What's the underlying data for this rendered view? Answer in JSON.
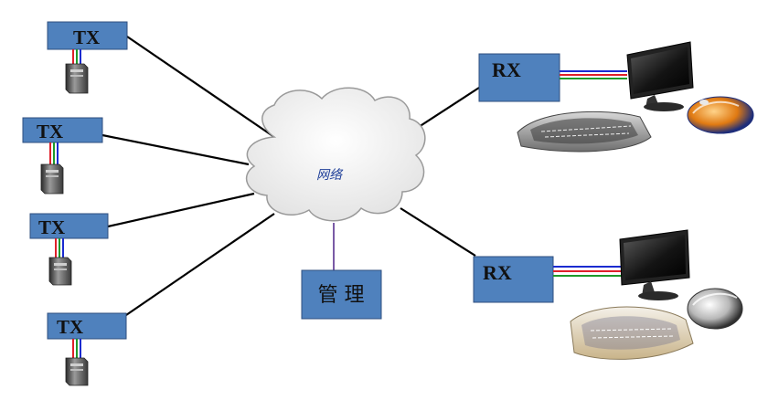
{
  "diagram": {
    "cloud_label": "网络",
    "transmitters": [
      {
        "label": "TX"
      },
      {
        "label": "TX"
      },
      {
        "label": "TX"
      },
      {
        "label": "TX"
      }
    ],
    "receivers": [
      {
        "label": "RX"
      },
      {
        "label": "RX"
      }
    ],
    "manager": {
      "label": "管 理"
    },
    "colors": {
      "box_fill": "#4f81bd",
      "cable_red": "#e0202a",
      "cable_green": "#1f9a2a",
      "cable_blue": "#1b2bd0",
      "manager_link": "#7a5aa6",
      "cloud_text": "#1f3f99"
    }
  }
}
